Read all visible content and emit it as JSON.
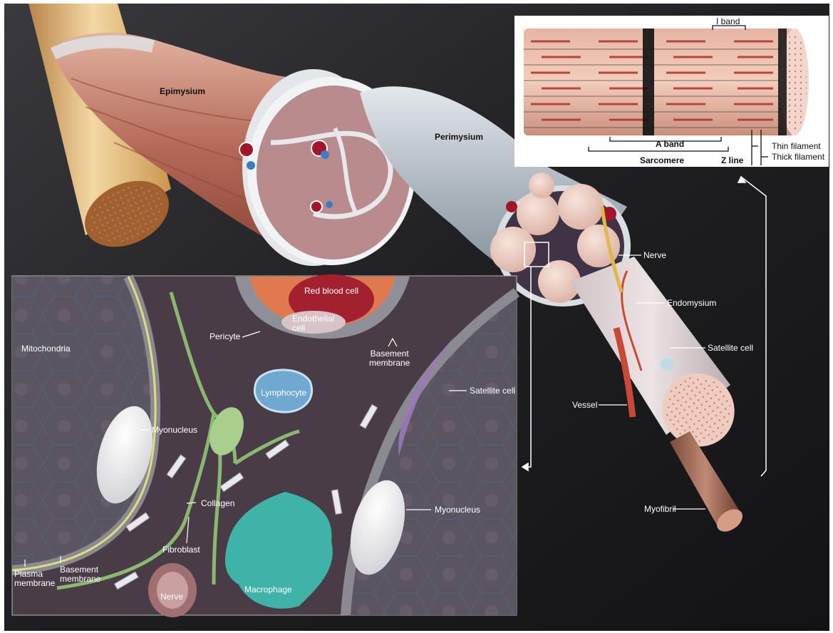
{
  "labels": {
    "epimysium": "Epimysium",
    "perimysium": "Perimysium",
    "i_band": "I band",
    "a_band": "A band",
    "sarcomere": "Sarcomere",
    "z_line": "Z line",
    "thin_filament": "Thin filament",
    "thick_filament": "Thick filament",
    "nerve": "Nerve",
    "endomysium": "Endomysium",
    "satellite_cell": "Satellite cell",
    "vessel": "Vessel",
    "myofibril": "Myofibril",
    "red_blood_cell": "Red blood cell",
    "endothelial_cell": "Endothelial\ncell",
    "pericyte": "Pericyte",
    "basement_membrane": "Basement\nmembrane",
    "mitochondria": "Mitochondria",
    "lymphocyte": "Lymphocyte",
    "myonucleus": "Myonucleus",
    "collagen": "Collagen",
    "fibroblast": "Fibroblast",
    "plasma_membrane": "Plasma\nmembrane",
    "macrophage": "Macrophage"
  },
  "colors": {
    "background": "#1b1b1d",
    "muscle": "#c98a78",
    "perimysium_sheath": "#b9c2c8",
    "tendon": "#e8c488",
    "interstitium": "#4a3a44",
    "myofiber": "#5a5560",
    "satellite_cell": "#9a7ab8",
    "lymphocyte": "#6fa8d0",
    "macrophage": "#3fb3a8",
    "fibroblast": "#8ab870",
    "red_blood_cell": "#b3263a",
    "nerve_fiber": "#e2b84a",
    "arrow": "#ffffff"
  }
}
